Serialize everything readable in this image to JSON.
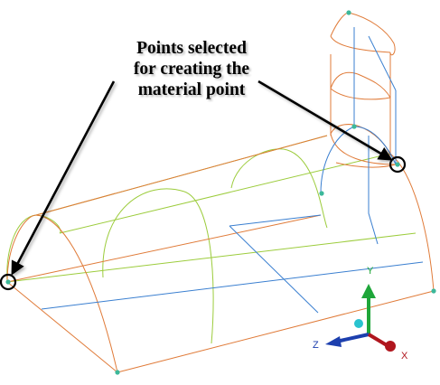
{
  "callout": {
    "lines": [
      "Points selected",
      "for creating the",
      "material point"
    ]
  },
  "triad": {
    "x_label": "X",
    "y_label": "Y",
    "z_label": "Z"
  },
  "colors": {
    "edge_orange": "#e07b39",
    "edge_green": "#9ccc3c",
    "edge_blue": "#3a7fd0",
    "vertex_teal": "#3cb89a",
    "x_axis": "#b0161e",
    "y_axis": "#1fa63a",
    "z_axis": "#1c3fae",
    "origin": "#29c3cf"
  },
  "icons": [
    "x-axis-arrow",
    "y-axis-arrow",
    "z-axis-arrow",
    "origin-sphere",
    "selection-circle-icon"
  ]
}
